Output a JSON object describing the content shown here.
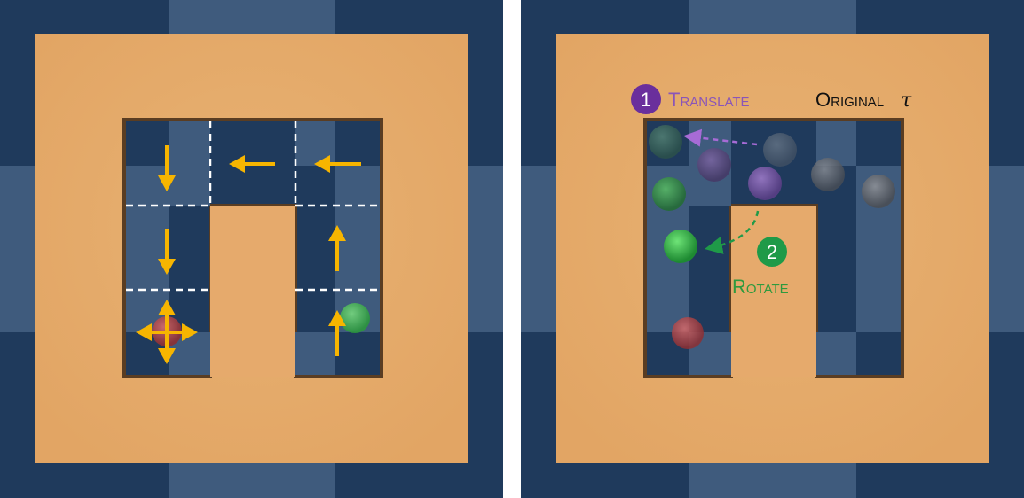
{
  "colors": {
    "floor_dark": "#1f3a5c",
    "floor_light": "#3f5b7d",
    "wall": "#e6aa6c",
    "wall_border": "#5a3d22",
    "arrow": "#f7b500",
    "translate_purple": "#6a2f9c",
    "translate_text": "#8a55b8",
    "rotate_green": "#1f9a48",
    "rotate_text": "#2f9a3e",
    "ball_green": "#3dbb4a",
    "ball_red": "#c0474a",
    "ball_purple": "#7a5aa5",
    "ball_grey": "#6a6f78",
    "ball_teal": "#3e7060"
  },
  "left_panel": {
    "arrows": [
      {
        "name": "arrow-down",
        "direction": "down"
      },
      {
        "name": "arrow-left",
        "direction": "left"
      },
      {
        "name": "arrow-left",
        "direction": "left"
      },
      {
        "name": "arrow-down",
        "direction": "down"
      },
      {
        "name": "arrow-up",
        "direction": "up"
      },
      {
        "name": "arrow-up",
        "direction": "up"
      },
      {
        "name": "arrow-cross",
        "direction": "all"
      }
    ],
    "balls": [
      {
        "name": "ball-green",
        "color": "green"
      },
      {
        "name": "ball-red",
        "color": "red"
      }
    ]
  },
  "right_panel": {
    "translate": {
      "number": "1",
      "label": "Translate"
    },
    "rotate": {
      "number": "2",
      "label": "Rotate"
    },
    "original": {
      "label": "Original",
      "symbol": "τ"
    }
  }
}
